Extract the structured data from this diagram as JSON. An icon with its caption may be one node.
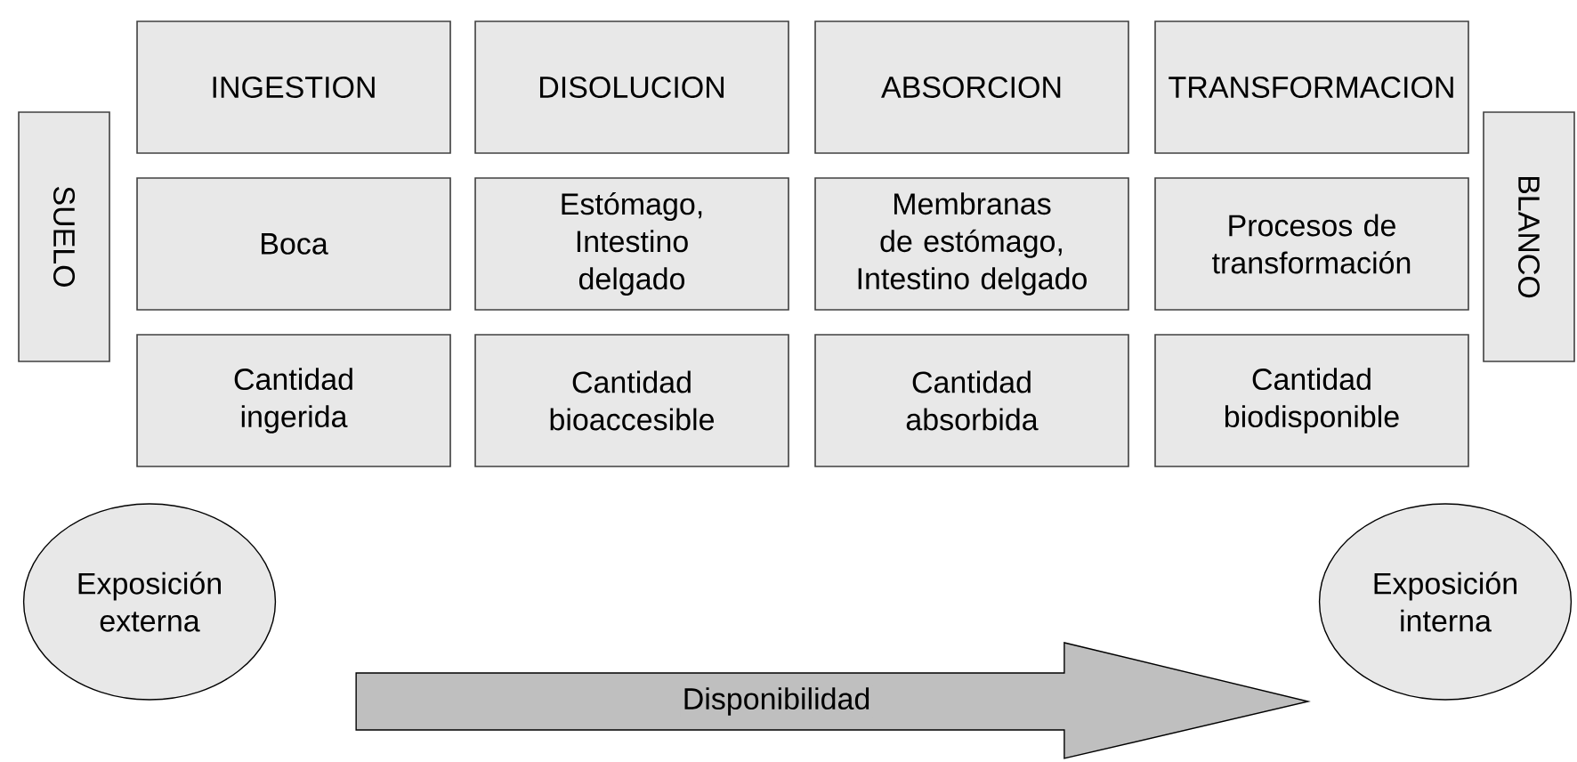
{
  "diagram": {
    "nodes": [
      {
        "text": [
          "INGESTION"
        ]
      },
      {
        "text": [
          "DISOLUCION"
        ]
      },
      {
        "text": [
          "ABSORCION"
        ]
      },
      {
        "text": [
          "TRANSFORMACION"
        ]
      },
      {
        "text": [
          "SUELO"
        ]
      },
      {
        "text": [
          "Boca"
        ]
      },
      {
        "text": [
          "Estómago, Intestino delgado"
        ]
      },
      {
        "text": [
          "Membranas de estómago, Intestino delgado"
        ]
      },
      {
        "text": [
          "Procesos de transformación"
        ]
      },
      {
        "text": [
          "BLANCO"
        ]
      },
      {
        "text": [
          "Cantidad ingerida"
        ]
      },
      {
        "text": [
          "Cantidad bioaccesible"
        ]
      },
      {
        "text": [
          "Cantidad absorbida"
        ]
      },
      {
        "text": [
          "Cantidad biodisponible"
        ]
      },
      {
        "text": [
          "Exposición externa"
        ]
      },
      {
        "text": [
          "Exposición interna"
        ]
      }
    ],
    "edges": [
      {
        "from": 14,
        "to": 15,
        "arrow": "to",
        "label": "Disponibilidad"
      }
    ]
  }
}
